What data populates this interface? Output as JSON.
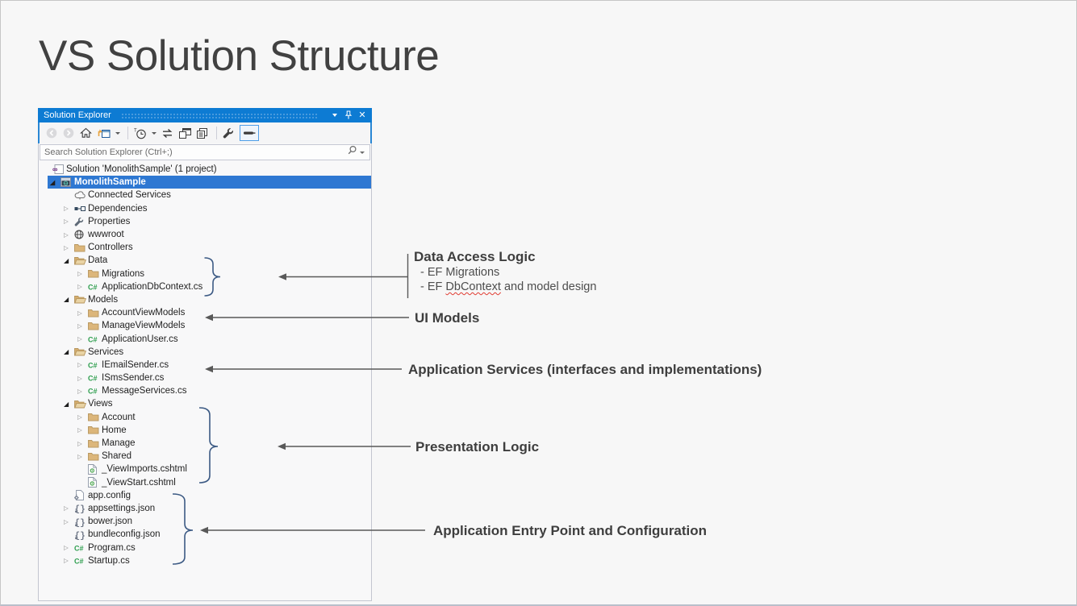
{
  "slide": {
    "title": "VS Solution Structure"
  },
  "panel": {
    "title": "Solution Explorer",
    "titlebar": {
      "icons": [
        "window-position-caret",
        "pin",
        "close"
      ]
    },
    "toolbar": {
      "icons": [
        "back",
        "forward",
        "home",
        "collapse-all",
        "pending-changes-filter",
        "sync",
        "properties-window",
        "copy-documents",
        "wrench",
        "preview-selected-items"
      ]
    },
    "search": {
      "placeholder": "Search Solution Explorer (Ctrl+;)"
    },
    "tree": {
      "items": [
        {
          "level": 0,
          "icon": "solution",
          "label": "Solution 'MonolithSample' (1 project)"
        },
        {
          "level": 1,
          "icon": "project",
          "label": "MonolithSample",
          "expander": "expanded",
          "selected": true
        },
        {
          "level": 2,
          "icon": "connected-services",
          "label": "Connected Services"
        },
        {
          "level": 2,
          "icon": "dependencies",
          "label": "Dependencies",
          "expander": "collapsed"
        },
        {
          "level": 2,
          "icon": "wrench",
          "label": "Properties",
          "expander": "collapsed"
        },
        {
          "level": 2,
          "icon": "globe",
          "label": "wwwroot",
          "expander": "collapsed"
        },
        {
          "level": 2,
          "icon": "folder-closed",
          "label": "Controllers",
          "expander": "collapsed"
        },
        {
          "level": 2,
          "icon": "folder-open",
          "label": "Data",
          "expander": "expanded"
        },
        {
          "level": 3,
          "icon": "folder-closed",
          "label": "Migrations",
          "expander": "collapsed"
        },
        {
          "level": 3,
          "icon": "csharp",
          "label": "ApplicationDbContext.cs",
          "expander": "collapsed"
        },
        {
          "level": 2,
          "icon": "folder-open",
          "label": "Models",
          "expander": "expanded"
        },
        {
          "level": 3,
          "icon": "folder-closed",
          "label": "AccountViewModels",
          "expander": "collapsed"
        },
        {
          "level": 3,
          "icon": "folder-closed",
          "label": "ManageViewModels",
          "expander": "collapsed"
        },
        {
          "level": 3,
          "icon": "csharp",
          "label": "ApplicationUser.cs",
          "expander": "collapsed"
        },
        {
          "level": 2,
          "icon": "folder-open",
          "label": "Services",
          "expander": "expanded"
        },
        {
          "level": 3,
          "icon": "csharp",
          "label": "IEmailSender.cs",
          "expander": "collapsed"
        },
        {
          "level": 3,
          "icon": "csharp",
          "label": "ISmsSender.cs",
          "expander": "collapsed"
        },
        {
          "level": 3,
          "icon": "csharp",
          "label": "MessageServices.cs",
          "expander": "collapsed"
        },
        {
          "level": 2,
          "icon": "folder-open",
          "label": "Views",
          "expander": "expanded"
        },
        {
          "level": 3,
          "icon": "folder-closed",
          "label": "Account",
          "expander": "collapsed"
        },
        {
          "level": 3,
          "icon": "folder-closed",
          "label": "Home",
          "expander": "collapsed"
        },
        {
          "level": 3,
          "icon": "folder-closed",
          "label": "Manage",
          "expander": "collapsed"
        },
        {
          "level": 3,
          "icon": "folder-closed",
          "label": "Shared",
          "expander": "collapsed"
        },
        {
          "level": 3,
          "icon": "cshtml",
          "label": "_ViewImports.cshtml"
        },
        {
          "level": 3,
          "icon": "cshtml",
          "label": "_ViewStart.cshtml"
        },
        {
          "level": 2,
          "icon": "config",
          "label": "app.config"
        },
        {
          "level": 2,
          "icon": "json",
          "label": "appsettings.json",
          "expander": "collapsed"
        },
        {
          "level": 2,
          "icon": "json",
          "label": "bower.json",
          "expander": "collapsed"
        },
        {
          "level": 2,
          "icon": "json",
          "label": "bundleconfig.json"
        },
        {
          "level": 2,
          "icon": "csharp",
          "label": "Program.cs",
          "expander": "collapsed"
        },
        {
          "level": 2,
          "icon": "csharp",
          "label": "Startup.cs",
          "expander": "collapsed"
        }
      ]
    }
  },
  "annotations": [
    {
      "title": "Data Access Logic",
      "bullet1": "- EF Migrations",
      "bullet2_pre": "- EF ",
      "bullet2_squiggle": "DbContext",
      "bullet2_post": " and model design"
    },
    {
      "title": "UI Models"
    },
    {
      "title": "Application Services (interfaces and implementations)"
    },
    {
      "title": "Presentation Logic"
    },
    {
      "title": "Application Entry Point and Configuration"
    }
  ],
  "colors": {
    "titlebar_blue": "#0d7bd3",
    "selection_blue": "#2e78d2",
    "folder_tan": "#dcb67a",
    "csharp_green": "#2e9e4e",
    "brace_navy": "#3c5a84",
    "arrow_gray": "#595959",
    "squiggle_red": "#e03c31"
  }
}
